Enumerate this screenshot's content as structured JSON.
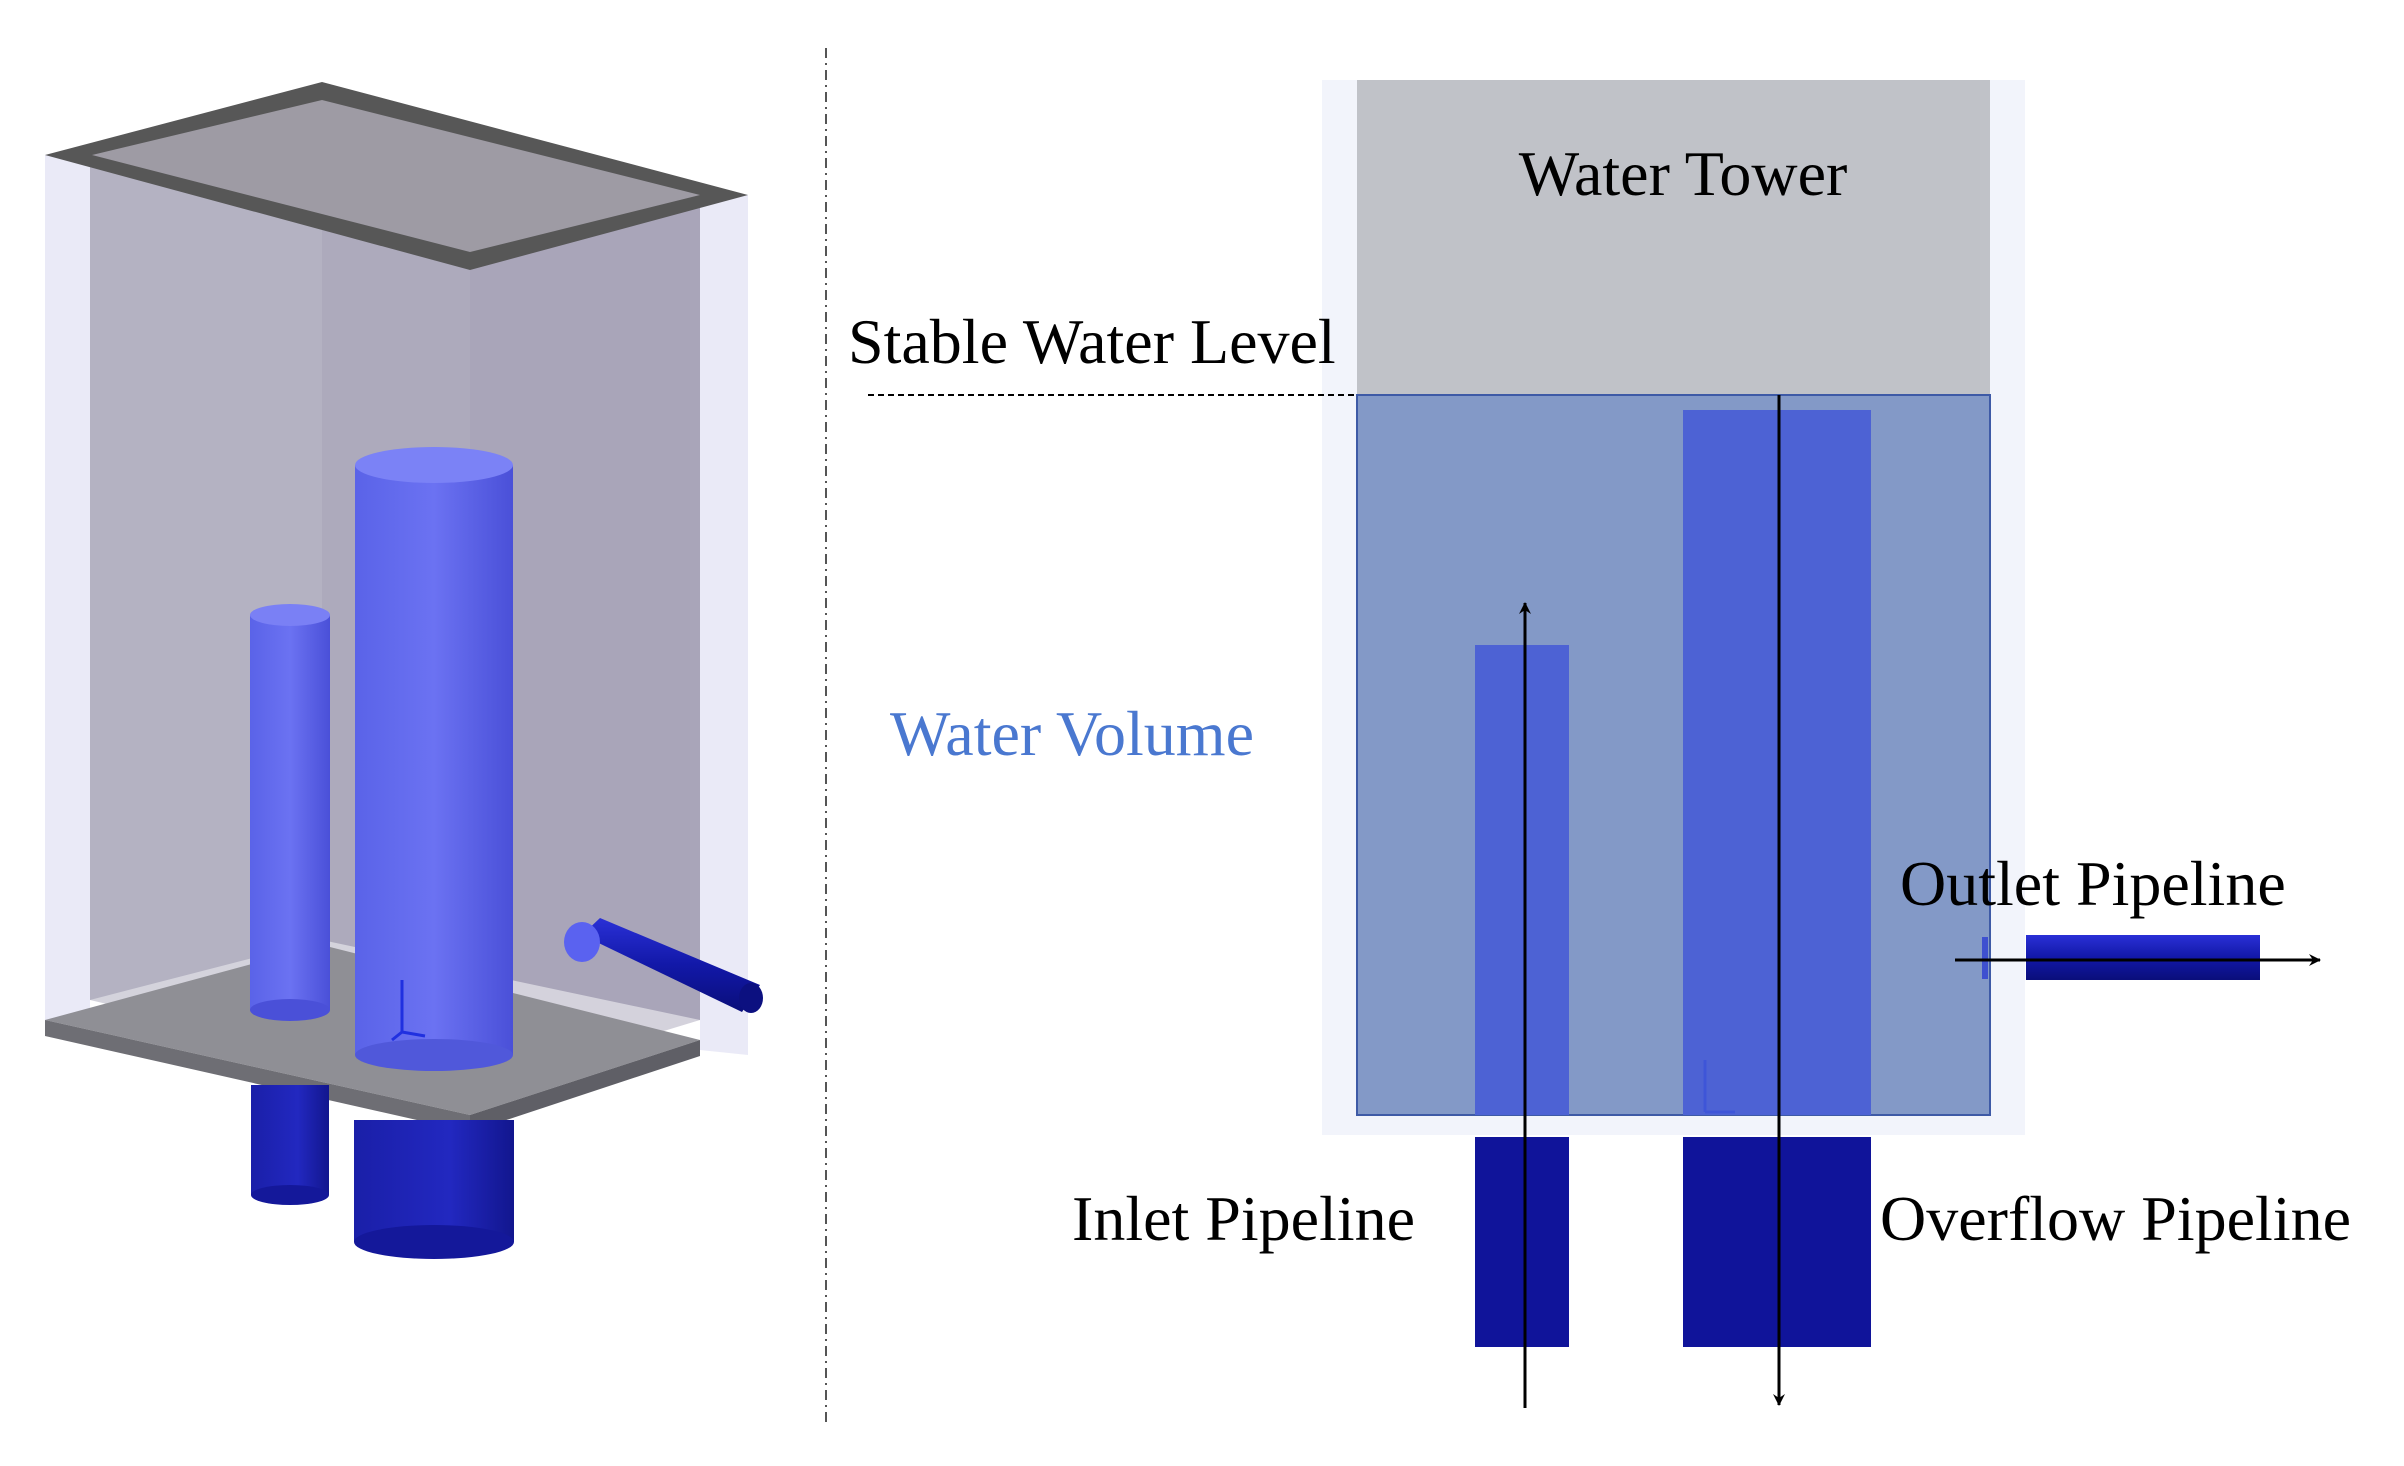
{
  "labels": {
    "water_tower": "Water Tower",
    "stable_water_level": "Stable Water Level",
    "water_volume": "Water Volume",
    "outlet_pipeline": "Outlet Pipeline",
    "inlet_pipeline": "Inlet Pipeline",
    "overflow_pipeline": "Overflow Pipeline"
  },
  "colors": {
    "tower_gray": "#c0c2c8",
    "water_blue": "#8399c7",
    "pipe_blue": "#4d62d4",
    "pipe_dark": "#10149a",
    "water_label": "#4a78d0",
    "line": "#000000"
  }
}
